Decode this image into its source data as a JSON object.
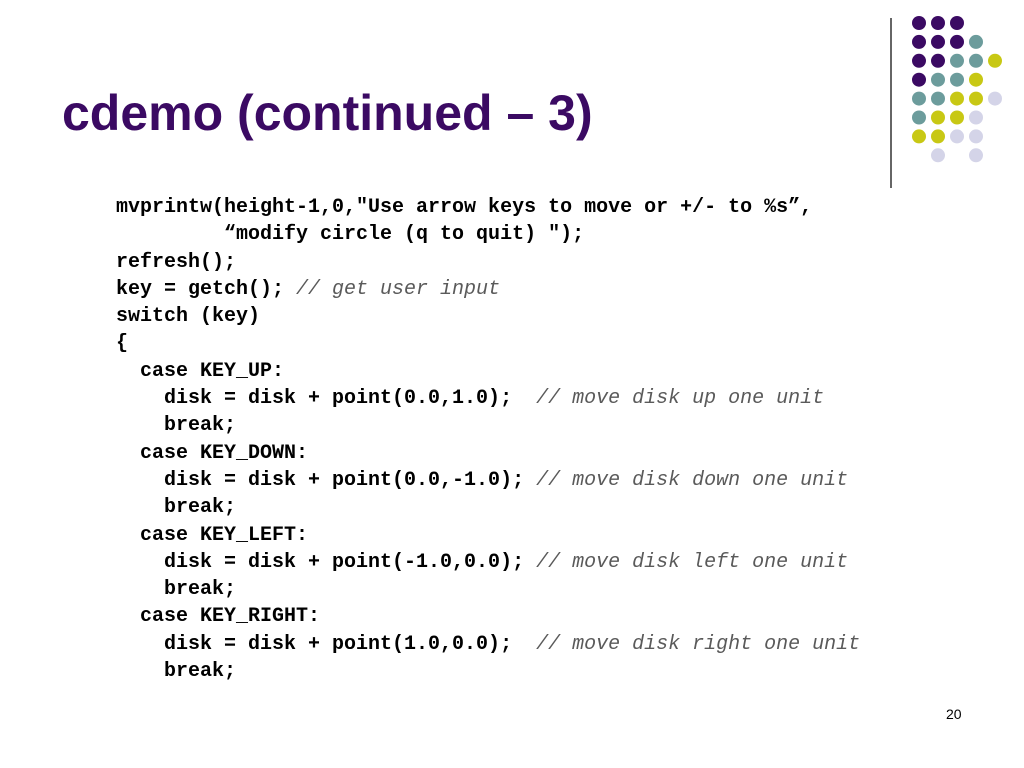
{
  "slide": {
    "title": "cdemo (continued – 3)",
    "page_number": "20",
    "colors": {
      "title": "#3b0a63",
      "comment": "#5a5a5a",
      "divider": "#666666",
      "dot_purple": "#3b0a63",
      "dot_teal": "#6c9c9c",
      "dot_yellow": "#c8c814",
      "dot_lavender": "#d4d4e8"
    },
    "code_lines": [
      {
        "code": "mvprintw(height-1,0,\"Use arrow keys to move or +/- to %s”,",
        "comment": ""
      },
      {
        "code": "         “modify circle (q to quit) \");",
        "comment": ""
      },
      {
        "code": "refresh();",
        "comment": ""
      },
      {
        "code": "key = getch(); ",
        "comment": "// get user input"
      },
      {
        "code": "switch (key)",
        "comment": ""
      },
      {
        "code": "{",
        "comment": ""
      },
      {
        "code": "  case KEY_UP:",
        "comment": ""
      },
      {
        "code": "    disk = disk + point(0.0,1.0);  ",
        "comment": "// move disk up one unit"
      },
      {
        "code": "    break;",
        "comment": ""
      },
      {
        "code": "  case KEY_DOWN:",
        "comment": ""
      },
      {
        "code": "    disk = disk + point(0.0,-1.0); ",
        "comment": "// move disk down one unit"
      },
      {
        "code": "    break;",
        "comment": ""
      },
      {
        "code": "  case KEY_LEFT:",
        "comment": ""
      },
      {
        "code": "    disk = disk + point(-1.0,0.0); ",
        "comment": "// move disk left one unit"
      },
      {
        "code": "    break;",
        "comment": ""
      },
      {
        "code": "  case KEY_RIGHT:",
        "comment": ""
      },
      {
        "code": "    disk = disk + point(1.0,0.0);  ",
        "comment": "// move disk right one unit"
      },
      {
        "code": "    break;",
        "comment": ""
      }
    ]
  }
}
